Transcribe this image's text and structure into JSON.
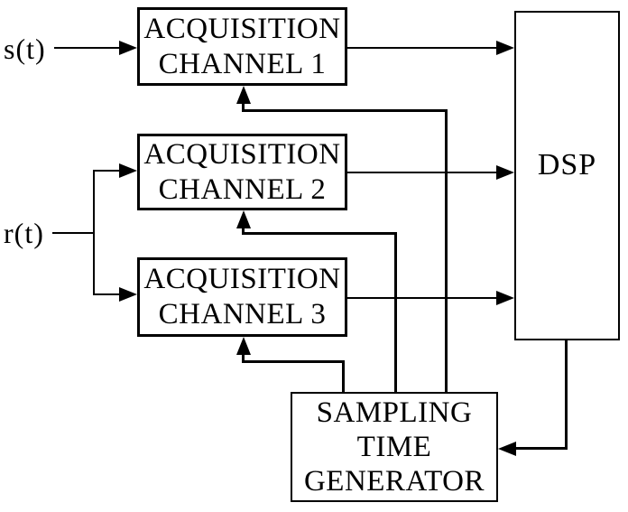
{
  "figure": {
    "type": "block-diagram",
    "background_color": "#ffffff",
    "ink_color": "#000000",
    "inputs": {
      "s": "s(t)",
      "r": "r(t)"
    },
    "blocks": {
      "channel1": {
        "lines": [
          "ACQUISITION",
          "CHANNEL 1"
        ]
      },
      "channel2": {
        "lines": [
          "ACQUISITION",
          "CHANNEL 2"
        ]
      },
      "channel3": {
        "lines": [
          "ACQUISITION",
          "CHANNEL 3"
        ]
      },
      "dsp": {
        "label": "DSP"
      },
      "generator": {
        "lines": [
          "SAMPLING",
          "TIME",
          "GENERATOR"
        ]
      }
    },
    "connections": [
      {
        "from": "s(t)",
        "to": "ACQUISITION CHANNEL 1"
      },
      {
        "from": "r(t)",
        "to": "ACQUISITION CHANNEL 2"
      },
      {
        "from": "r(t)",
        "to": "ACQUISITION CHANNEL 3"
      },
      {
        "from": "ACQUISITION CHANNEL 1",
        "to": "DSP"
      },
      {
        "from": "ACQUISITION CHANNEL 2",
        "to": "DSP"
      },
      {
        "from": "ACQUISITION CHANNEL 3",
        "to": "DSP"
      },
      {
        "from": "DSP",
        "to": "SAMPLING TIME GENERATOR"
      },
      {
        "from": "SAMPLING TIME GENERATOR",
        "to": "ACQUISITION CHANNEL 1"
      },
      {
        "from": "SAMPLING TIME GENERATOR",
        "to": "ACQUISITION CHANNEL 2"
      },
      {
        "from": "SAMPLING TIME GENERATOR",
        "to": "ACQUISITION CHANNEL 3"
      }
    ]
  }
}
